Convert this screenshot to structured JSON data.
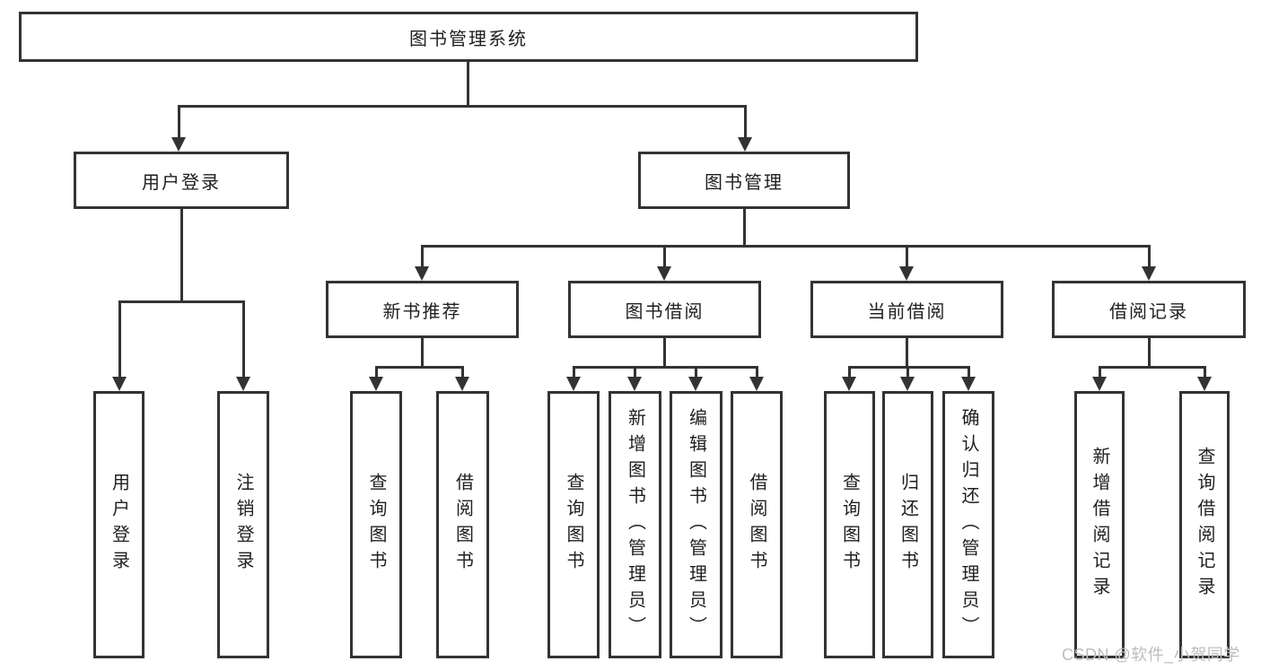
{
  "diagram_title": "图书管理系统",
  "nodes": {
    "root": "图书管理系统",
    "user_login": "用户登录",
    "book_mgmt": "图书管理",
    "new_book_rec": "新书推荐",
    "book_borrow": "图书借阅",
    "current_borrow": "当前借阅",
    "borrow_record": "借阅记录",
    "ul_user_login": "用户登录",
    "ul_logout": "注销登录",
    "nb_query_book": "查询图书",
    "nb_borrow_book": "借阅图书",
    "bb_query_book": "查询图书",
    "bb_add_book": "新增图书（管理员）",
    "bb_edit_book": "编辑图书（管理员）",
    "bb_borrow_book": "借阅图书",
    "cb_query_book": "查询图书",
    "cb_return_book": "归还图书",
    "cb_confirm_return": "确认归还（管理员）",
    "br_add_record": "新增借阅记录",
    "br_query_record": "查询借阅记录"
  },
  "hierarchy": {
    "root": "图书管理系统",
    "children": [
      {
        "label": "用户登录",
        "children": [
          "用户登录",
          "注销登录"
        ]
      },
      {
        "label": "图书管理",
        "children": [
          {
            "label": "新书推荐",
            "children": [
              "查询图书",
              "借阅图书"
            ]
          },
          {
            "label": "图书借阅",
            "children": [
              "查询图书",
              "新增图书（管理员）",
              "编辑图书（管理员）",
              "借阅图书"
            ]
          },
          {
            "label": "当前借阅",
            "children": [
              "查询图书",
              "归还图书",
              "确认归还（管理员）"
            ]
          },
          {
            "label": "借阅记录",
            "children": [
              "新增借阅记录",
              "查询借阅记录"
            ]
          }
        ]
      }
    ]
  },
  "watermark": "CSDN @软件_小贺同学",
  "colors": {
    "line": "#333333",
    "text": "#1f1f1f",
    "background": "#ffffff",
    "watermark": "#bdbdbd"
  }
}
